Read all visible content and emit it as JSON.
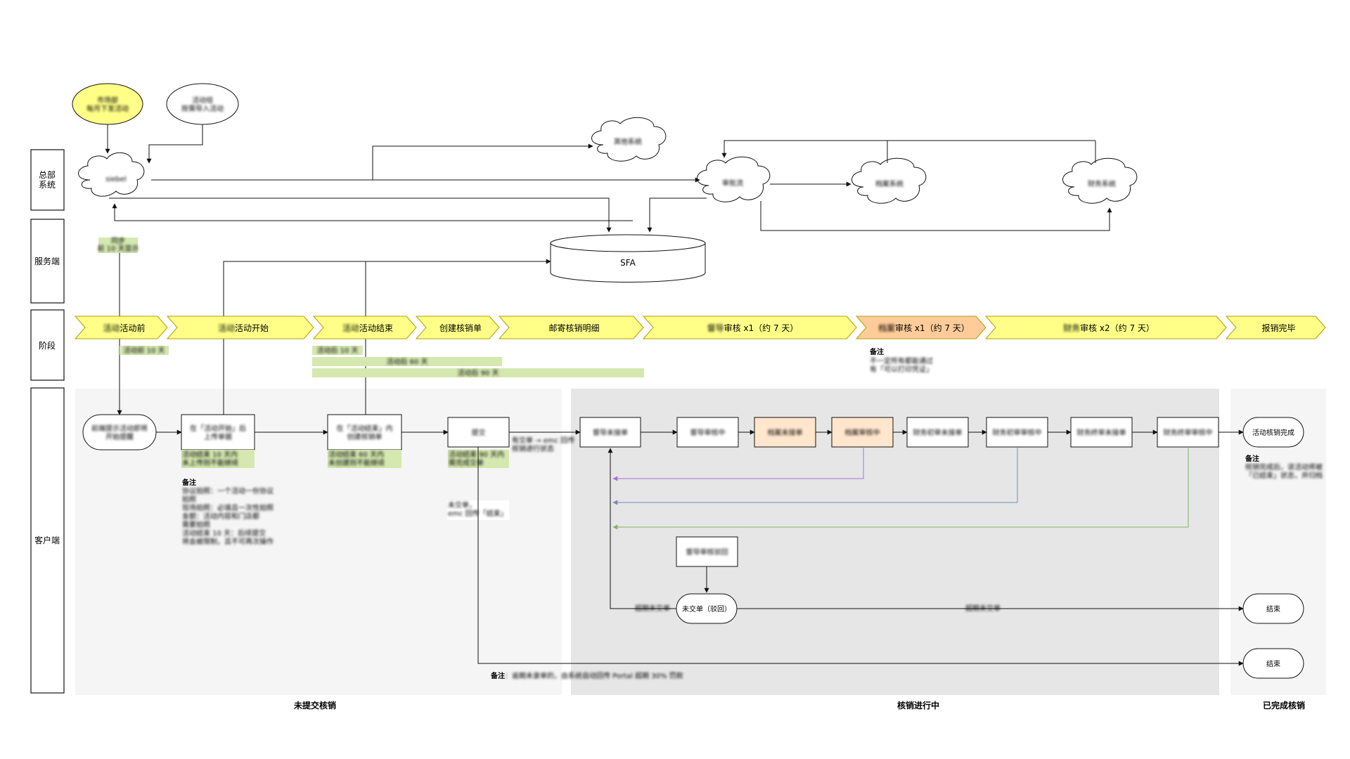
{
  "lanes": {
    "hq": "总部\n系统",
    "server": "服务端",
    "stage": "阶段",
    "client": "客户端"
  },
  "systems": {
    "siebel": "siebel",
    "sfa": "SFA",
    "yellow_ellipse": "市场部\n每月下发活动",
    "white_ellipse": "活动组\n按需导入活动"
  },
  "phases": [
    {
      "prefix": "活动",
      "label": "活动前"
    },
    {
      "prefix": "活动",
      "label": "活动开始"
    },
    {
      "prefix": "活动",
      "label": "活动结束"
    },
    {
      "prefix": "",
      "label": "创建核销单"
    },
    {
      "prefix": "",
      "label": "邮寄核销明细"
    },
    {
      "prefix": "督导",
      "label": "审核 x1（约 7 天）"
    },
    {
      "prefix": "档案",
      "label": "审核 x1（约 7 天）"
    },
    {
      "prefix": "财务",
      "label": "审核 x2（约 7 天）"
    },
    {
      "prefix": "",
      "label": "报销完毕"
    }
  ],
  "phase_notes": {
    "before": "活动前 10 天",
    "sync": "同步\n前 10 天显示",
    "end_a": "活动后 10 天",
    "end_b": "活动后 60 天",
    "end_c": "活动后 90 天",
    "archive_title": "备注",
    "archive_body": "不一定所有都能通过\n有「可以打印凭证」"
  },
  "client_nodes": {
    "start": "前端提示活动即将\n开始提醒",
    "upload": "在「活动开始」后\n上传单据",
    "upload_note": "活动结束 10 天内\n未上传则不能继续",
    "upload_remark_title": "备注",
    "upload_remark": "协议拍照：一个活动一份协议\n拍照\n\n现场拍照：必填且一次性拍照\n金额：活动内容和门店都\n需要拍照\n\n活动结束 10 天：后续提交\n将会被限制，且不可再次操作",
    "create": "在「活动结束」内\n创建核销单",
    "create_note": "活动结束 60 天内\n未创建则不能继续",
    "submit": "提交",
    "submit_note": "活动结束 90 天内\n需完成交单",
    "flow_note": "有交单 → emc 回传\n核销进行状态",
    "not_submitted": "未交单，\nemc 回传「结束」",
    "bottom_note_title": "备注",
    "bottom_note": "：逾期未录单的，由系统自动回传 Portal 超期 30% 罚款",
    "n1": "督导未接单",
    "n2": "督导审核中",
    "n3": "档案未接单",
    "n4": "档案审核中",
    "n5": "财务初审未接单",
    "n6": "财务初审审核中",
    "n7": "财务终审未接单",
    "n8": "财务终审审核中",
    "done": "活动核销完成",
    "done_remark_title": "备注",
    "done_remark": "核销完成后，该活动将被\n「已结束」状态，并归档",
    "reject_box": "督导审核驳回",
    "rejected": "未交单（驳回）",
    "overdue_left": "超期未交单",
    "overdue_right": "超期未交单",
    "end1": "结束",
    "end2": "结束"
  },
  "clouds": {
    "c_top": "其他系统",
    "c_mid": "审批流",
    "c_right1": "档案系统",
    "c_right2": "财务系统"
  },
  "sections": {
    "left": "未提交核销",
    "middle": "核销进行中",
    "right": "已完成核销"
  },
  "colors": {
    "phase_fill": "#ffff88",
    "phase_highlight": "#ffcc99",
    "note_green": "#d5e8b0",
    "archive_fill": "#ffe6cc",
    "area_light": "#f5f5f5",
    "area_mid": "#e6e6e6",
    "purple": "#a970d6",
    "blue": "#6c8ebf",
    "green": "#82b366"
  }
}
